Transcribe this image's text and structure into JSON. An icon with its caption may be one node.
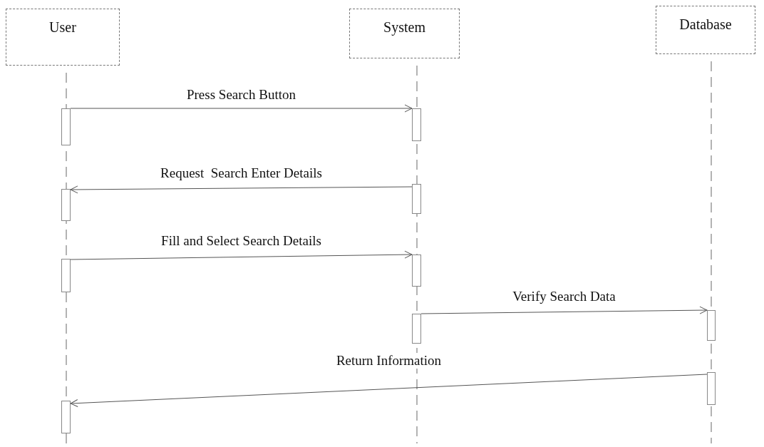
{
  "diagram": {
    "nodes": [
      {
        "text": [
          "User"
        ]
      },
      {
        "text": [
          "System"
        ]
      },
      {
        "text": [
          "Database"
        ]
      },
      {
        "text": [],
        "shape": "bar"
      },
      {
        "text": [],
        "shape": "bar"
      },
      {
        "text": [],
        "shape": "bar"
      },
      {
        "text": [],
        "shape": "bar"
      },
      {
        "text": [],
        "shape": "bar"
      },
      {
        "text": [],
        "shape": "bar"
      },
      {
        "text": [],
        "shape": "bar"
      },
      {
        "text": [],
        "shape": "bar"
      },
      {
        "text": [],
        "shape": "bar"
      },
      {
        "text": [],
        "shape": "bar"
      }
    ],
    "edges": [
      {
        "from": 3,
        "to": 4,
        "arrow": "to",
        "label": "Press Search Button"
      },
      {
        "from": 5,
        "to": 6,
        "arrow": "to",
        "label": "Request  Search Enter Details"
      },
      {
        "from": 8,
        "to": 7,
        "arrow": "to",
        "label": "Fill and Select Search Details"
      },
      {
        "from": 10,
        "to": 9,
        "arrow": "to",
        "label": "Verify Search Data"
      },
      {
        "from": 11,
        "to": 12,
        "arrow": "to",
        "label": "Return Information"
      }
    ]
  }
}
